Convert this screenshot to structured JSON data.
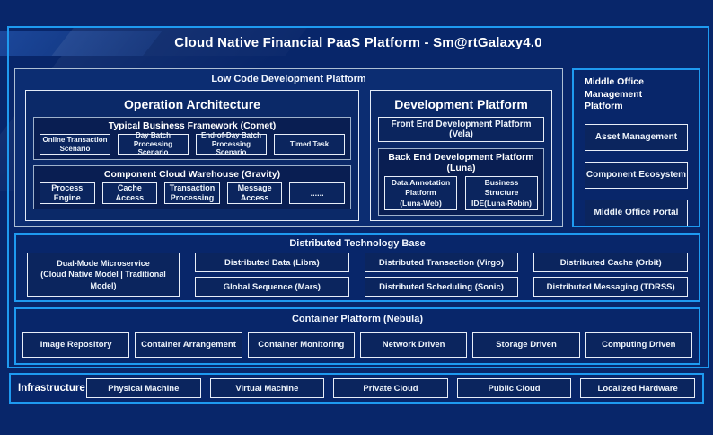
{
  "title": "Cloud Native Financial PaaS Platform - Sm@rtGalaxy4.0",
  "colors": {
    "background": "#08266a",
    "accent_border": "#1e9af0",
    "item_border": "#e8eef8",
    "panel_fill": "#091e52",
    "item_fill": "#0b255e",
    "text": "#ffffff"
  },
  "low_code": {
    "label": "Low Code Development Platform",
    "operation": {
      "title": "Operation Architecture",
      "framework": {
        "label": "Typical Business Framework (Comet)",
        "items": [
          "Online Transaction\nScenario",
          "Day Batch Processing\nScenario",
          "End-of-Day Batch\nProcessing Scenario",
          "Timed Task"
        ]
      },
      "warehouse": {
        "label": "Component Cloud Warehouse (Gravity)",
        "items": [
          "Process\nEngine",
          "Cache\nAccess",
          "Transaction\nProcessing",
          "Message\nAccess",
          "......"
        ]
      }
    },
    "development": {
      "title": "Development Platform",
      "front_end": "Front End Development Platform (Vela)",
      "back_end": {
        "label": "Back End Development Platform (Luna)",
        "items": [
          "Data Annotation\nPlatform\n(Luna-Web)",
          "Business\nStructure\nIDE(Luna-Robin)"
        ]
      }
    }
  },
  "middle_office": {
    "label": "Middle Office Management\nPlatform",
    "items": [
      "Asset Management",
      "Component Ecosystem",
      "Middle Office Portal"
    ]
  },
  "distributed": {
    "label": "Distributed Technology Base",
    "dual_mode": "Dual-Mode Microservice\n(Cloud Native Model | Traditional\nModel)",
    "items": [
      "Distributed Data (Libra)",
      "Distributed Transaction (Virgo)",
      "Distributed Cache (Orbit)",
      "Global Sequence (Mars)",
      "Distributed Scheduling (Sonic)",
      "Distributed Messaging (TDRSS)"
    ]
  },
  "container_platform": {
    "label": "Container Platform (Nebula)",
    "items": [
      "Image Repository",
      "Container Arrangement",
      "Container Monitoring",
      "Network Driven",
      "Storage Driven",
      "Computing Driven"
    ]
  },
  "infrastructure": {
    "label": "Infrastructure",
    "items": [
      "Physical Machine",
      "Virtual Machine",
      "Private Cloud",
      "Public Cloud",
      "Localized Hardware"
    ]
  }
}
